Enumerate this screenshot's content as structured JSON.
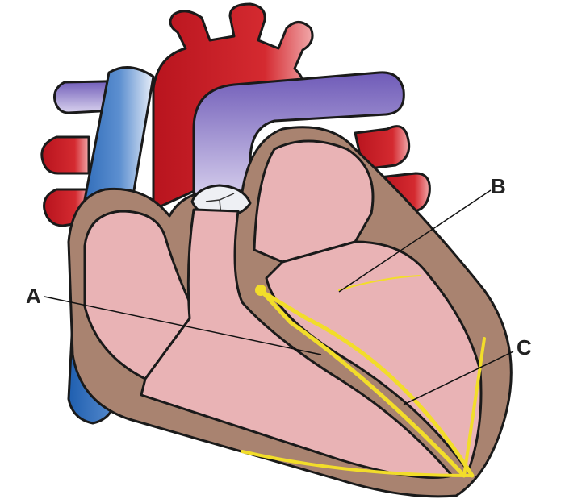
{
  "labels": {
    "a": "A",
    "b": "B",
    "c": "C"
  },
  "colors": {
    "vein_blue": "#2f6fbd",
    "artery_red": "#c8202a",
    "pulmonary_purple": "#8a6fc8",
    "muscle_brown": "#a98370",
    "chamber_pink": "#e9b3b5",
    "conduction_yellow": "#f2dd2a"
  }
}
